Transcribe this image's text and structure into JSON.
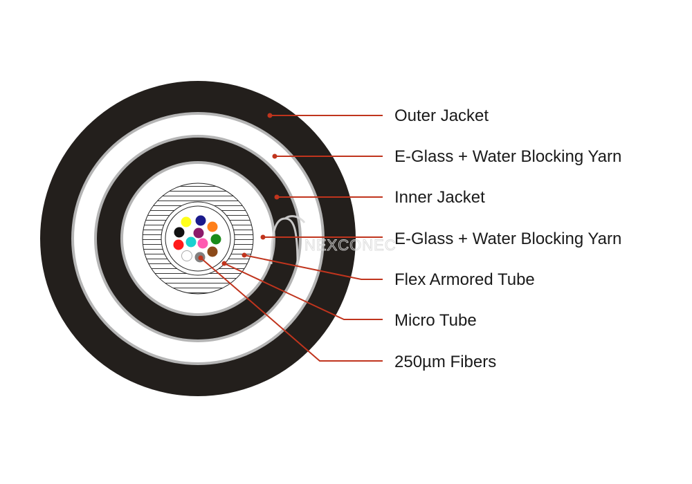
{
  "labels": {
    "outer_jacket": "Outer Jacket",
    "eglass_outer": "E-Glass + Water Blocking Yarn",
    "inner_jacket": "Inner Jacket",
    "eglass_inner": "E-Glass + Water Blocking Yarn",
    "flex_armored_tube": "Flex Armored Tube",
    "micro_tube": "Micro Tube",
    "fibers": "250µm Fibers"
  },
  "watermark": {
    "text": "NEXCONEC"
  },
  "colors": {
    "jacket": "#231f1c",
    "separator": "#b5b5b5",
    "leader": "#c0341d",
    "fibers": [
      "#ffff1a",
      "#1a1a8c",
      "#ff7f1a",
      "#111111",
      "#8c1a6a",
      "#1a8c1a",
      "#ff1a1a",
      "#1ad0d0",
      "#ff59b0",
      "#8c4a1a",
      "#ffffff",
      "#808080"
    ]
  }
}
